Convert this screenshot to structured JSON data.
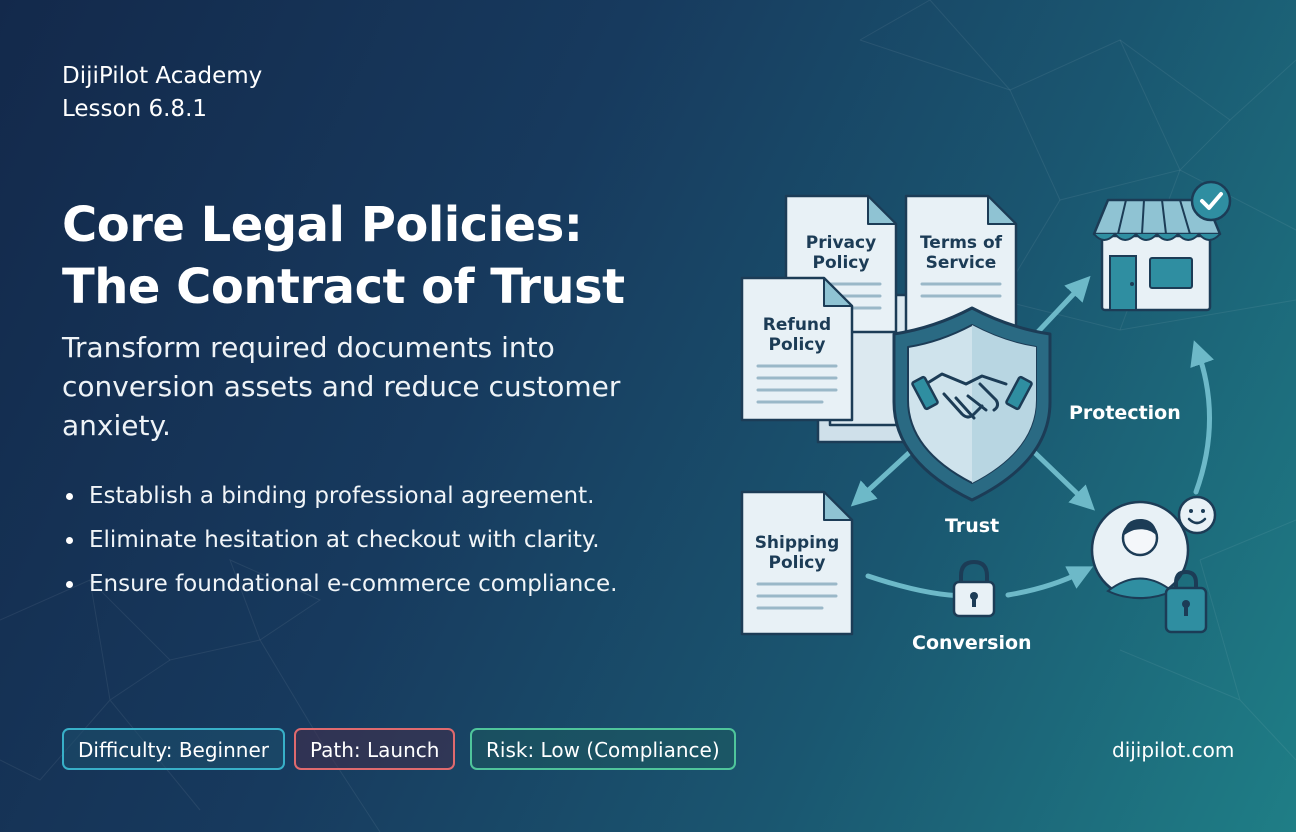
{
  "brand": {
    "academy": "DijiPilot Academy",
    "lesson": "Lesson 6.8.1"
  },
  "title": {
    "line1": "Core Legal Policies:",
    "line2": "The Contract of Trust"
  },
  "subtitle": "Transform required documents into conversion assets and reduce customer anxiety.",
  "bullets": [
    "Establish a binding professional agreement.",
    "Eliminate hesitation at checkout with clarity.",
    "Ensure foundational e-commerce compliance."
  ],
  "badges": {
    "difficulty": "Difficulty: Beginner",
    "path": "Path: Launch",
    "risk": "Risk: Low (Compliance)"
  },
  "site": "dijipilot.com",
  "illustration": {
    "documents": {
      "privacy_line1": "Privacy",
      "privacy_line2": "Policy",
      "terms_line1": "Terms of",
      "terms_line2": "Service",
      "refund_line1": "Refund",
      "refund_line2": "Policy",
      "shipping_line1": "Shipping",
      "shipping_line2": "Policy"
    },
    "labels": {
      "protection": "Protection",
      "trust": "Trust",
      "conversion": "Conversion"
    },
    "icons": [
      "handshake-icon",
      "shield-icon",
      "storefront-icon",
      "checkmark-badge-icon",
      "customer-avatar-icon",
      "smiley-icon",
      "padlock-icon",
      "document-icon",
      "arrow-icon"
    ]
  },
  "colors": {
    "bg_dark": "#13294b",
    "bg_teal": "#1f7e86",
    "document_fill": "#e8f1f6",
    "document_fold": "#8fc3d3",
    "outline": "#1c3c56",
    "teal_accent": "#2f8ea1",
    "arrow": "#6db9c8",
    "difficulty_border": "#38b0c8",
    "path_border": "#e06a6e",
    "risk_border": "#4fc59b"
  }
}
